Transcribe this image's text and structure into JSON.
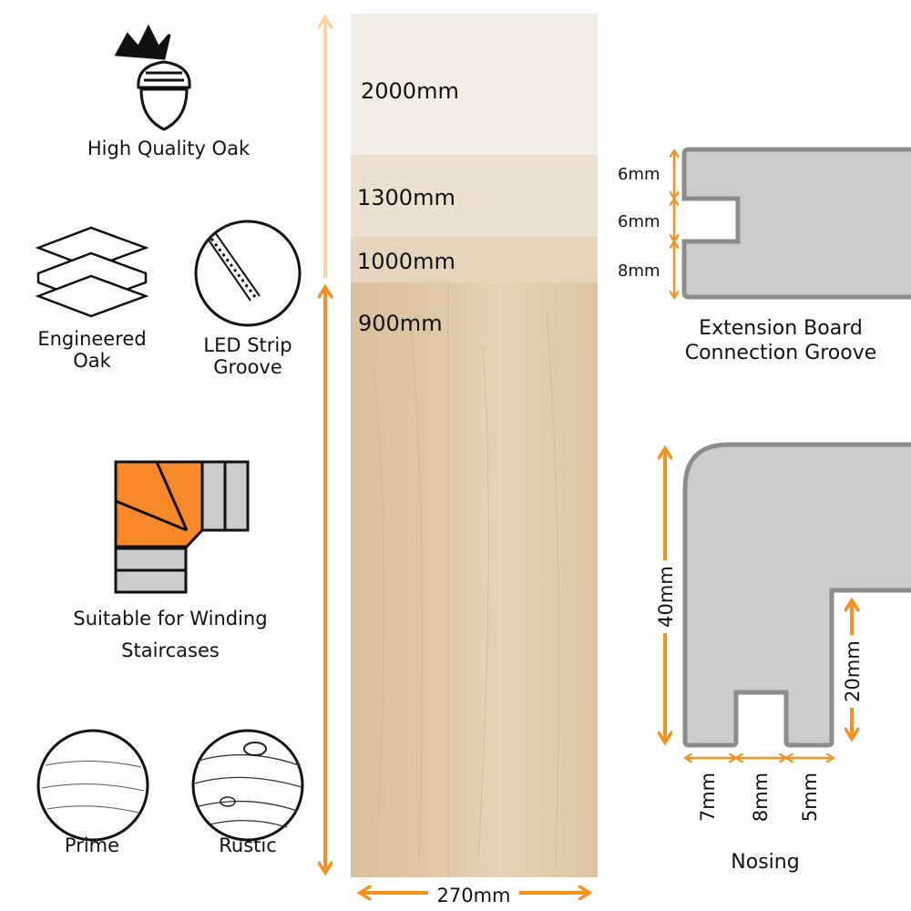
{
  "colors": {
    "accent": "#f7901e",
    "profile_fill": "#cccccc",
    "profile_stroke": "#8c8c8c",
    "oak": "#dcc3a3"
  },
  "features": {
    "quality": "High Quality Oak",
    "engineered": [
      "Engineered",
      "Oak"
    ],
    "led": [
      "LED Strip",
      "Groove"
    ],
    "winding": [
      "Suitable for Winding",
      "Staircases"
    ],
    "prime": "Prime",
    "rustic": "Rustic"
  },
  "board": {
    "lengths": [
      "2000mm",
      "1300mm",
      "1000mm",
      "900mm"
    ],
    "width": "270mm"
  },
  "groove": {
    "dims": [
      "6mm",
      "6mm",
      "8mm"
    ],
    "caption": [
      "Extension Board",
      "Connection Groove"
    ]
  },
  "nosing": {
    "height": "40mm",
    "step": "20mm",
    "bottom": [
      "7mm",
      "8mm",
      "5mm"
    ],
    "caption": "Nosing"
  }
}
